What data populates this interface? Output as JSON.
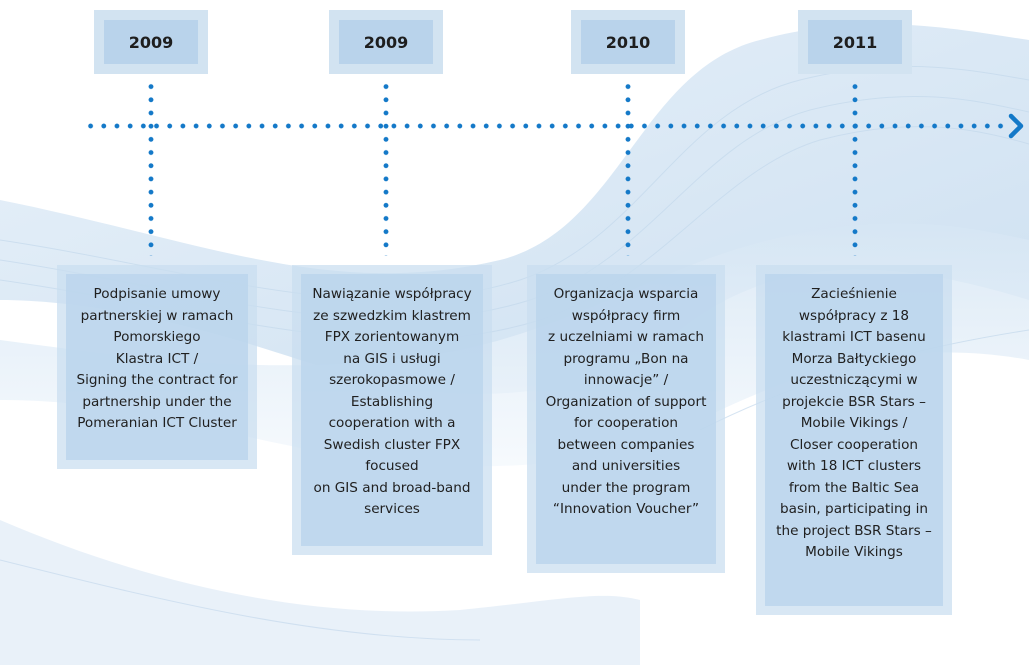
{
  "timeline": [
    {
      "year": "2009",
      "text": "Podpisanie umowy\npartnerskiej w ramach\nPomorskiego\nKlastra ICT /\nSigning the contract for\npartnership under the\nPomeranian ICT Cluster"
    },
    {
      "year": "2009",
      "text": "Nawiązanie współpracy\nze szwedzkim klastrem\nFPX zorientowanym\nna GIS i usługi\nszerokopasmowe /\nEstablishing\ncooperation with a\nSwedish cluster FPX\nfocused\non GIS and broad-band\nservices"
    },
    {
      "year": "2010",
      "text": "Organizacja wsparcia\nwspółpracy firm\nz uczelniami w ramach\nprogramu „Bon na\ninnowacje” /\nOrganization of support\nfor cooperation\nbetween companies\nand universities\nunder the program\n“Innovation Voucher”"
    },
    {
      "year": "2011",
      "text": "Zacieśnienie\nwspółpracy z 18\nklastrami ICT basenu\nMorza Bałtyckiego\nuczestniczącymi w\nprojekcie BSR Stars –\nMobile Vikings /\nCloser cooperation\nwith 18 ICT clusters\nfrom the Baltic Sea\nbasin, participating in\nthe project BSR Stars –\nMobile Vikings"
    }
  ],
  "colors": {
    "dots": "#1479c8",
    "year_box_outer": "#d2e3f1",
    "year_box_inner": "#b9d3eb",
    "card_outer": "#c9def0",
    "card_inner": "#bad4ec"
  }
}
